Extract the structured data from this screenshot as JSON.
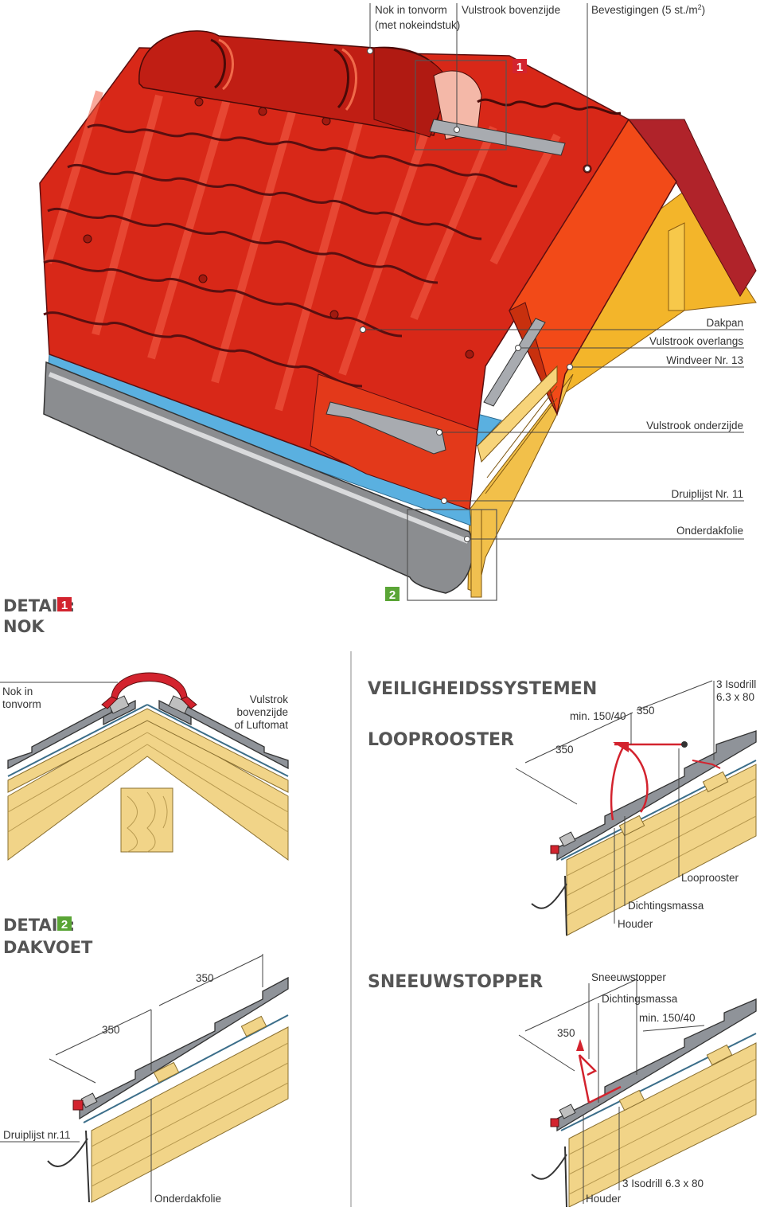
{
  "colors": {
    "tile": "#d82818",
    "tile_dark": "#a11a10",
    "ridge": "#c01e14",
    "verge_board": "#f24a18",
    "membrane": "#5ab0e0",
    "gutter": "#8b8d90",
    "timber": "#f1d488",
    "marker": "#d3232e",
    "marker_green": "#5aa536"
  },
  "main": {
    "labels": {
      "nok_tonvorm": "Nok in tonvorm",
      "nok_tonvorm_2": "(met nokeindstuk)",
      "vulstrook_boven": "Vulstrook bovenzijde",
      "bevestigingen": "Bevestigingen (5 st./m",
      "bevestigingen_sup": "2",
      "bevestigingen_end": ")",
      "dakpan": "Dakpan",
      "vulstrook_overlangs": "Vulstrook overlangs",
      "windveer": "Windveer Nr. 13",
      "vulstrook_onder": "Vulstrook onderzijde",
      "druiplijst": "Druiplijst Nr. 11",
      "onderdakfolie": "Onderdakfolie"
    },
    "marker1": "1",
    "marker2": "2"
  },
  "detail1": {
    "heading_a": "DETAIL:",
    "marker": "1",
    "heading_b": "NOK",
    "label_left_1": "Nok in",
    "label_left_2": "tonvorm",
    "label_right_1": "Vulstrok",
    "label_right_2": "bovenzijde",
    "label_right_3": "of Luftomat"
  },
  "veiligheid": {
    "heading": "VEILIGHEIDSSYSTEMEN",
    "looprooster_heading": "LOOPROOSTER",
    "dim_350_a": "350",
    "dim_min": "min. 150/40",
    "dim_350_b": "350",
    "isodrill_1": "3 Isodrill",
    "isodrill_2": "6.3 x 80",
    "looprooster": "Looprooster",
    "dichtingsmassa": "Dichtingsmassa",
    "houder": "Houder"
  },
  "detail2": {
    "heading_a": "DETAIL:",
    "marker": "2",
    "heading_b": "DAKVOET",
    "dim_350_a": "350",
    "dim_350_b": "350",
    "druiplijst": "Druiplijst nr.11",
    "onderdakfolie": "Onderdakfolie"
  },
  "sneeuw": {
    "heading": "SNEEUWSTOPPER",
    "sneeuwstopper": "Sneeuwstopper",
    "dichtingsmassa": "Dichtingsmassa",
    "dim_min": "min. 150/40",
    "dim_350": "350",
    "isodrill": "3 Isodrill 6.3 x 80",
    "houder": "Houder"
  }
}
